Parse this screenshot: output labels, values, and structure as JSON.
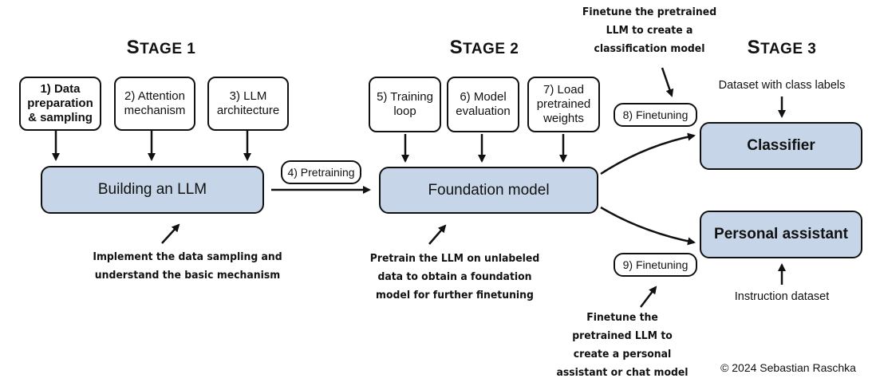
{
  "stages": {
    "stage1": {
      "label": "Stage 1"
    },
    "stage2": {
      "label": "Stage 2"
    },
    "stage3": {
      "label": "Stage 3"
    }
  },
  "steps": {
    "data_prep": "1) Data\npreparation\n& sampling",
    "attention": "2) Attention\nmechanism",
    "llm_arch": "3) LLM\narchitecture",
    "pretraining": "4) Pretraining",
    "training_loop": "5) Training\nloop",
    "model_eval": "6) Model\nevaluation",
    "load_weights": "7) Load\npretrained\nweights",
    "finetune_cls": "8) Finetuning",
    "finetune_chat": "9) Finetuning"
  },
  "main_nodes": {
    "building": "Building an LLM",
    "foundation": "Foundation model",
    "classifier": "Classifier",
    "assistant": "Personal assistant"
  },
  "notes": {
    "stage1_note": "Implement the data sampling and\nunderstand the basic mechanism",
    "stage2_note": "Pretrain the LLM on unlabeled\ndata to obtain a foundation\nmodel for further finetuning",
    "cls_note": "Finetune the pretrained\nLLM to create a\nclassification model",
    "chat_note": "Finetune the\npretrained LLM to\ncreate a personal\nassistant or chat model"
  },
  "inputs": {
    "class_labels": "Dataset with class labels",
    "instruction": "Instruction dataset"
  },
  "copyright": "© 2024 Sebastian Raschka",
  "colors": {
    "node_fill": "#c6d6e8",
    "stroke": "#111111"
  }
}
